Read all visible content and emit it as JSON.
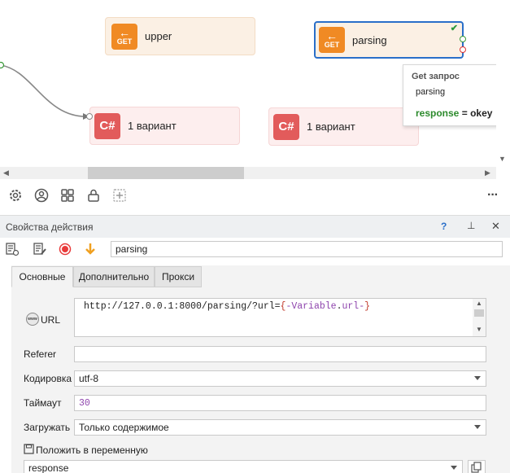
{
  "canvas": {
    "nodes": {
      "upper": {
        "badge": "GET",
        "label": "upper"
      },
      "parsing": {
        "badge": "GET",
        "label": "parsing"
      },
      "variant1": {
        "badge": "C#",
        "label": "1 вариант"
      },
      "variant2": {
        "badge": "C#",
        "label": "1 вариант"
      }
    },
    "tooltip": {
      "title": "Get запрос",
      "name": "parsing",
      "var": "response",
      "op": "=",
      "value": "okey"
    }
  },
  "toolbar": {
    "icons": [
      "gear-icon",
      "user-circle-icon",
      "grid-icon",
      "lock-icon",
      "add-square-icon"
    ],
    "more": "···"
  },
  "properties": {
    "title": "Свойства действия",
    "help": "?",
    "pin": "⊥",
    "close": "✕",
    "action_name": "parsing"
  },
  "tabs": [
    {
      "label": "Основные",
      "active": true
    },
    {
      "label": "Дополнительно",
      "active": false
    },
    {
      "label": "Прокси",
      "active": false
    }
  ],
  "form": {
    "url_label": "URL",
    "url_prefix": "http://127.0.0.1:8000/parsing/?url=",
    "url_brace_open": "{",
    "url_var_prefix": "-Variable",
    "url_dot": ".",
    "url_var_name": "url",
    "url_var_suffix": "-",
    "url_brace_close": "}",
    "referer_label": "Referer",
    "referer_value": "",
    "encoding_label": "Кодировка",
    "encoding_value": "utf-8",
    "timeout_label": "Таймаут",
    "timeout_value": "30",
    "load_label": "Загружать",
    "load_value": "Только содержимое",
    "save_label": "Положить в переменную",
    "save_value": "response"
  },
  "colors": {
    "get_accent": "#f08a24",
    "csharp_accent": "#e25b5b",
    "selected_border": "#2a6fc9",
    "record": "#e83a3a",
    "arrow_down": "#f0a020"
  }
}
